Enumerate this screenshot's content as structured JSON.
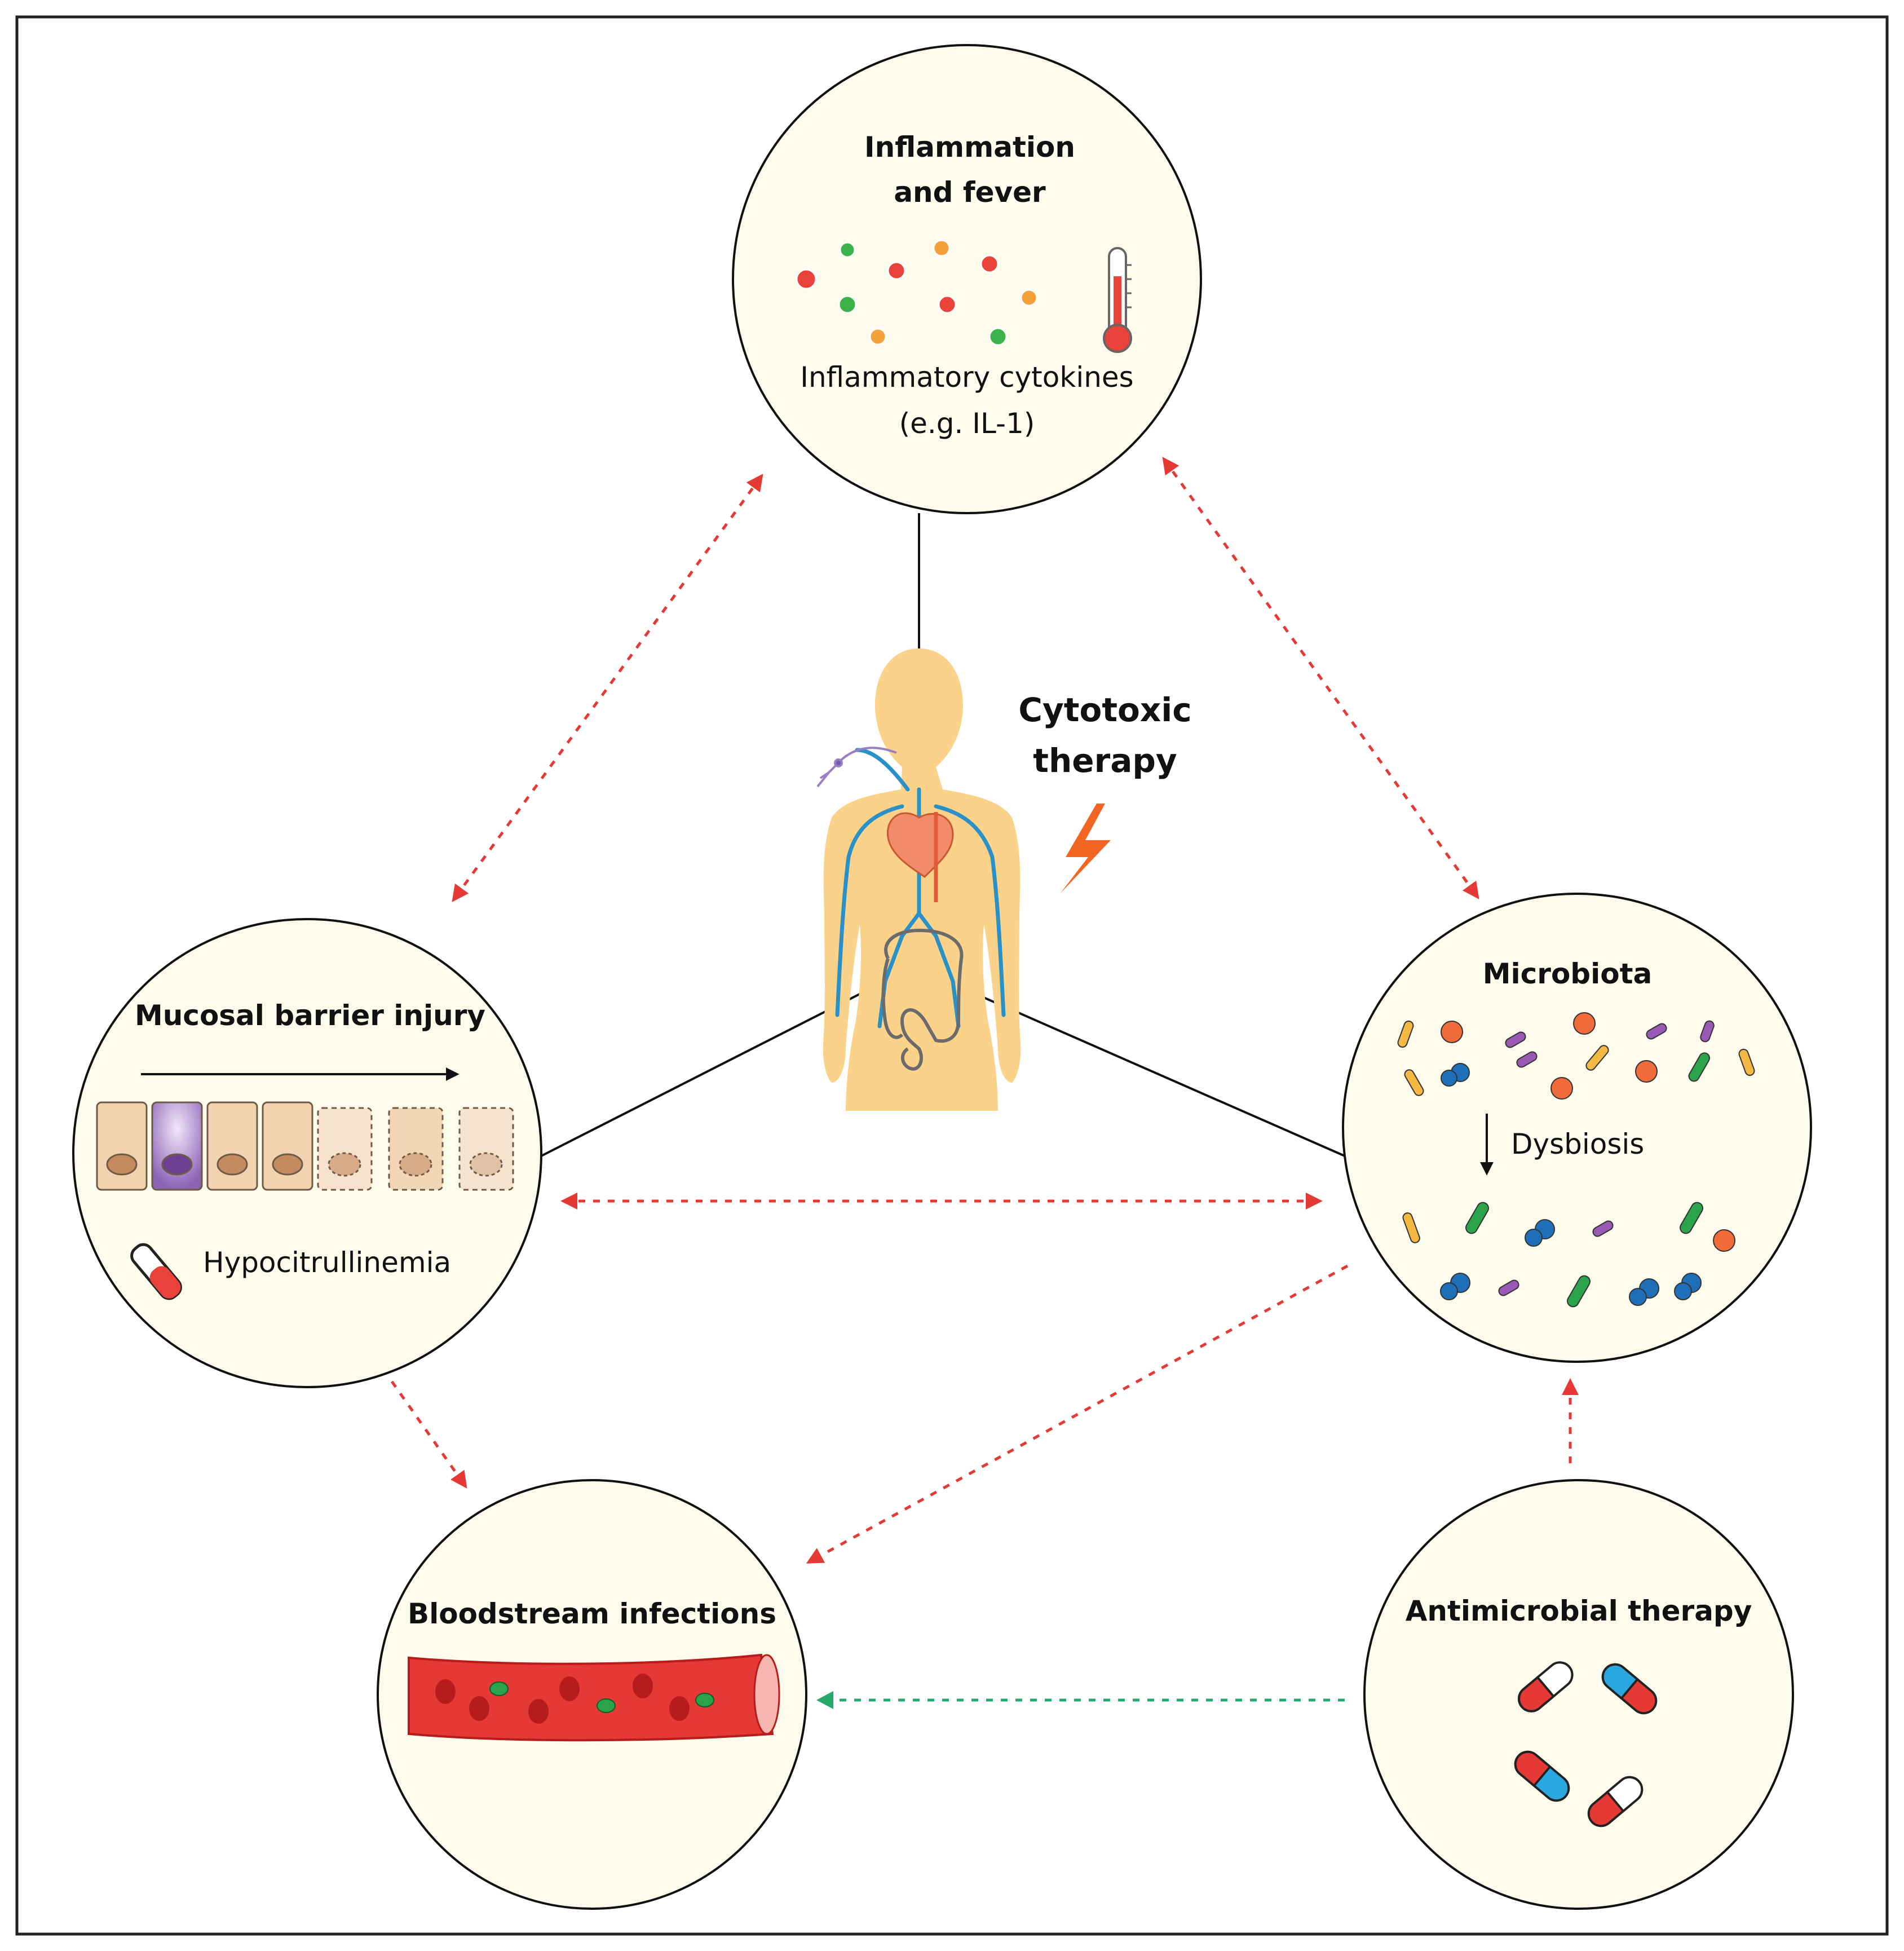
{
  "inflammation": {
    "title_line1": "Inflammation",
    "title_line2": "and fever",
    "cytokines_line1": "Inflammatory cytokines",
    "cytokines_line2": "(e.g. IL-1)"
  },
  "cytotoxic": {
    "line1": "Cytotoxic",
    "line2": "therapy"
  },
  "mucosal": {
    "title": "Mucosal barrier injury",
    "marker": "Hypocitrullinemia"
  },
  "microbiota": {
    "title": "Microbiota",
    "dysbiosis": "Dysbiosis"
  },
  "bloodstream": {
    "title": "Bloodstream infections"
  },
  "antimicrobial": {
    "title": "Antimicrobial therapy"
  },
  "colors": {
    "circle_fill": "#fdfbec",
    "body": "#fbd28a",
    "red_arrow": "#e53935",
    "green_arrow": "#26a96c",
    "vessel": "#e53935",
    "bolt": "#f26522"
  }
}
